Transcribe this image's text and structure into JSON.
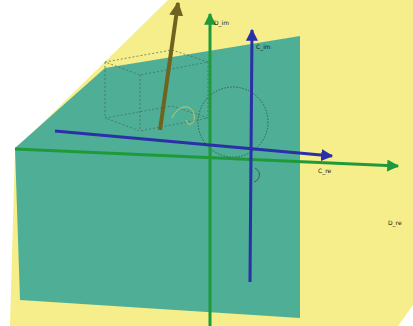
{
  "diagram": {
    "labels": [
      "D_im",
      "C_im",
      "C_re",
      "D_re"
    ]
  }
}
